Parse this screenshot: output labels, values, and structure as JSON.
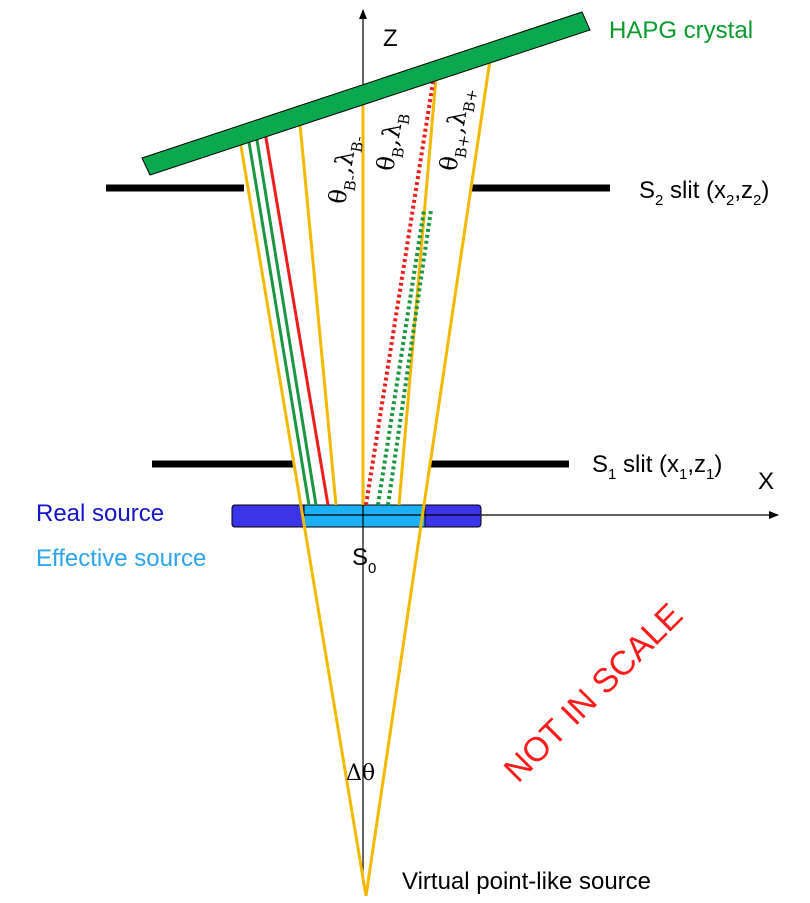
{
  "labels": {
    "z_axis": "Z",
    "x_axis": "X",
    "crystal": "HAPG crystal",
    "real_source": "Real source",
    "effective_source": "Effective source",
    "s0_main": "S",
    "s0_sub": "0",
    "delta_theta": "Δθ",
    "virtual_source": "Virtual point-like source",
    "not_in_scale": "NOT IN SCALE"
  },
  "slits": {
    "s2": {
      "s": "S",
      "idx": "2",
      "text": " slit (x",
      "x_sub": "2",
      "comma": ",z",
      "z_sub": "2",
      "close": ")"
    },
    "s1": {
      "s": "S",
      "idx": "1",
      "text": " slit (x",
      "x_sub": "1",
      "comma": ",z",
      "z_sub": "1",
      "close": ")"
    }
  },
  "angles": {
    "minus": {
      "theta": "θ",
      "theta_sub": "B-",
      "sep": ",",
      "lambda": "λ",
      "lambda_sub": "B-"
    },
    "center": {
      "theta": "θ",
      "theta_sub": "B",
      "sep": ",",
      "lambda": "λ",
      "lambda_sub": "B"
    },
    "plus": {
      "theta": "θ",
      "theta_sub": "B+",
      "sep": ",",
      "lambda": "λ",
      "lambda_sub": "B+"
    }
  },
  "colors": {
    "crystal": "#0aa84f",
    "crystal_label": "#0a9a2c",
    "ray_yellow": "#f5b800",
    "ray_red": "#ee1c1c",
    "ray_green": "#1a9641",
    "real_source_fill": "#3a36e8",
    "real_source_text": "#1414c8",
    "effective_source_fill": "#1ab2f5",
    "effective_source_text": "#2aa6ee",
    "not_in_scale": "#ff1a1a"
  }
}
